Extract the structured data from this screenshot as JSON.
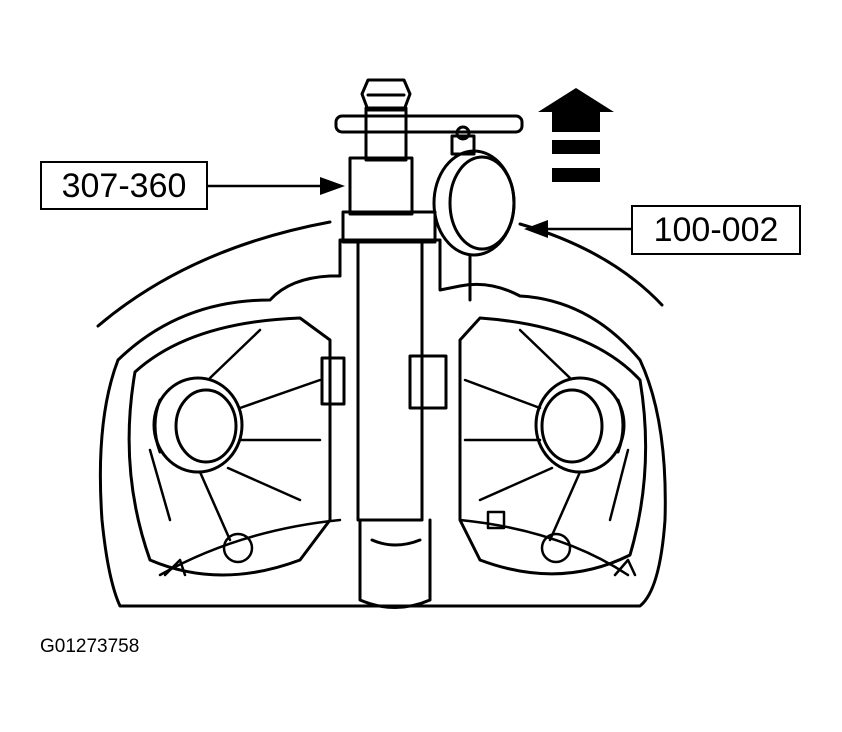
{
  "callouts": {
    "tool_left": "307-360",
    "tool_right": "100-002"
  },
  "figure_id": "G01273758",
  "colors": {
    "ink": "#000000",
    "paper": "#ffffff"
  }
}
